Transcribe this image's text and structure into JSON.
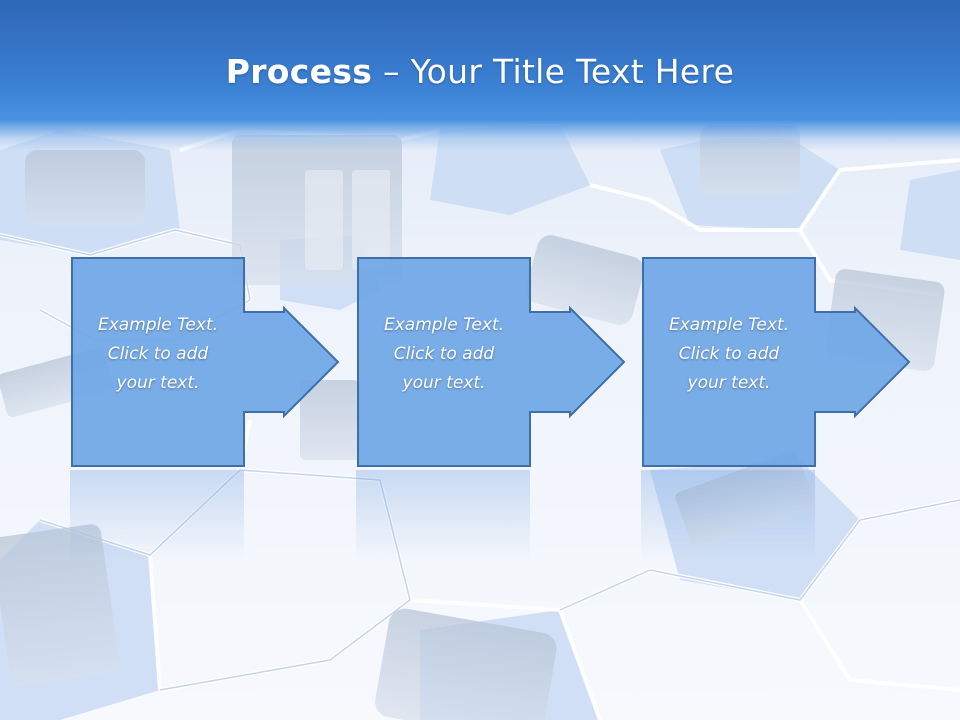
{
  "slide": {
    "title_bold": "Process",
    "title_rest": " – Your Title Text Here"
  },
  "steps": [
    {
      "line1": "Example Text.",
      "line2": "Click  to add",
      "line3": "your text."
    },
    {
      "line1": "Example Text.",
      "line2": "Click  to add",
      "line3": "your text."
    },
    {
      "line1": "Example Text.",
      "line2": "Click  to add",
      "line3": "your text."
    }
  ],
  "colors": {
    "title_band": "#3a7fd2",
    "box_fill": "#6fa6e6",
    "box_stroke": "#3f6fa8"
  }
}
